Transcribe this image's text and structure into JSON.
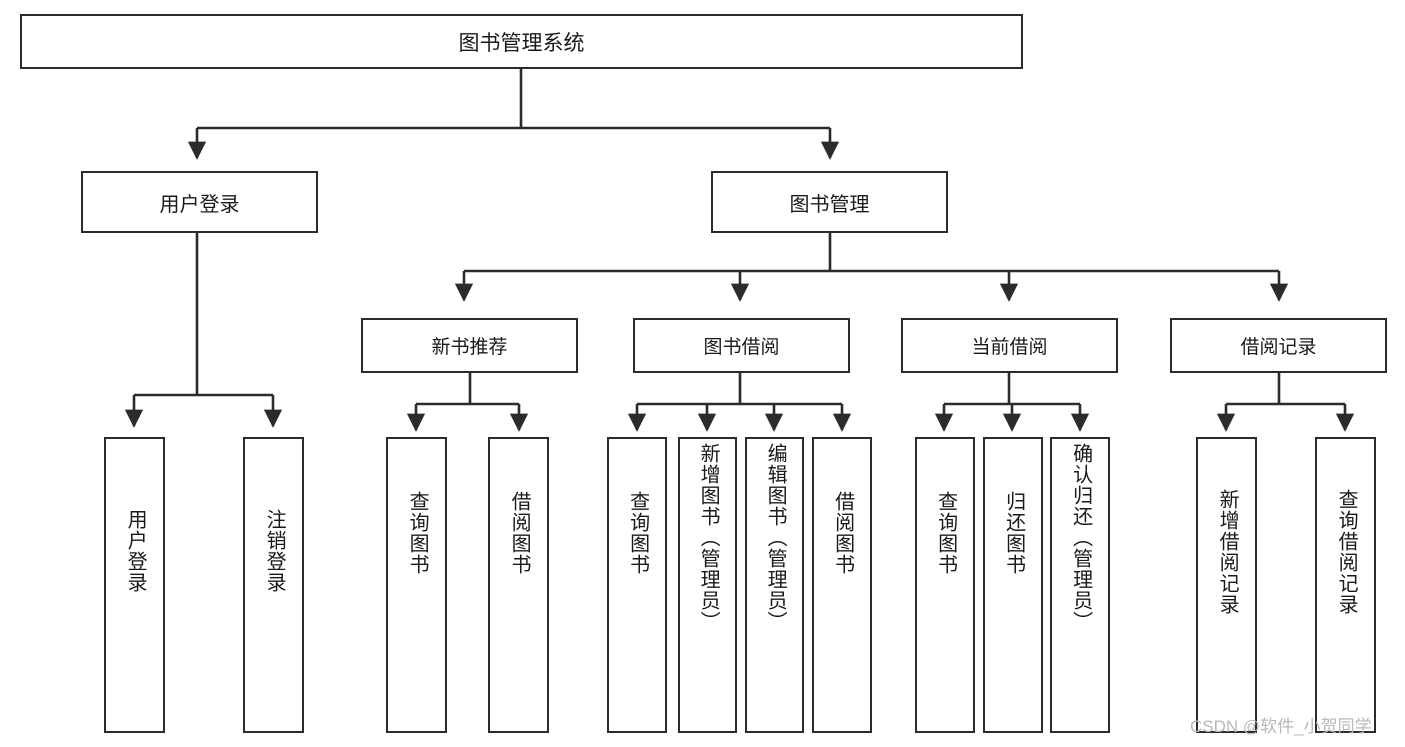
{
  "diagram": {
    "type": "tree-hierarchy",
    "title": "图书管理系统",
    "root": {
      "id": "root",
      "label": "图书管理系统"
    },
    "level1": [
      {
        "id": "user-login",
        "label": "用户登录"
      },
      {
        "id": "book-management",
        "label": "图书管理"
      }
    ],
    "level2": [
      {
        "id": "new-book-recommend",
        "label": "新书推荐",
        "parent": "book-management"
      },
      {
        "id": "book-borrow",
        "label": "图书借阅",
        "parent": "book-management"
      },
      {
        "id": "current-borrow",
        "label": "当前借阅",
        "parent": "book-management"
      },
      {
        "id": "borrow-record",
        "label": "借阅记录",
        "parent": "book-management"
      }
    ],
    "leaves": [
      {
        "id": "leaf-user-login",
        "label": "用户登录",
        "parent": "user-login"
      },
      {
        "id": "leaf-logout-login",
        "label": "注销登录",
        "parent": "user-login"
      },
      {
        "id": "leaf-query-book-1",
        "label": "查询图书",
        "parent": "new-book-recommend"
      },
      {
        "id": "leaf-borrow-book-1",
        "label": "借阅图书",
        "parent": "new-book-recommend"
      },
      {
        "id": "leaf-query-book-2",
        "label": "查询图书",
        "parent": "book-borrow"
      },
      {
        "id": "leaf-add-book",
        "label": "新增图书（管理员）",
        "parent": "book-borrow"
      },
      {
        "id": "leaf-edit-book",
        "label": "编辑图书（管理员）",
        "parent": "book-borrow"
      },
      {
        "id": "leaf-borrow-book-2",
        "label": "借阅图书",
        "parent": "book-borrow"
      },
      {
        "id": "leaf-query-book-3",
        "label": "查询图书",
        "parent": "current-borrow"
      },
      {
        "id": "leaf-return-book",
        "label": "归还图书",
        "parent": "current-borrow"
      },
      {
        "id": "leaf-confirm-return",
        "label": "确认归还（管理员）",
        "parent": "current-borrow"
      },
      {
        "id": "leaf-add-record",
        "label": "新增借阅记录",
        "parent": "borrow-record"
      },
      {
        "id": "leaf-query-record",
        "label": "查询借阅记录",
        "parent": "borrow-record"
      }
    ],
    "watermark": "CSDN @软件_小贺同学",
    "colors": {
      "border": "#2b2b2b",
      "background": "#ffffff",
      "text": "#1a1a1a",
      "watermark": "#b9b9b9"
    }
  }
}
